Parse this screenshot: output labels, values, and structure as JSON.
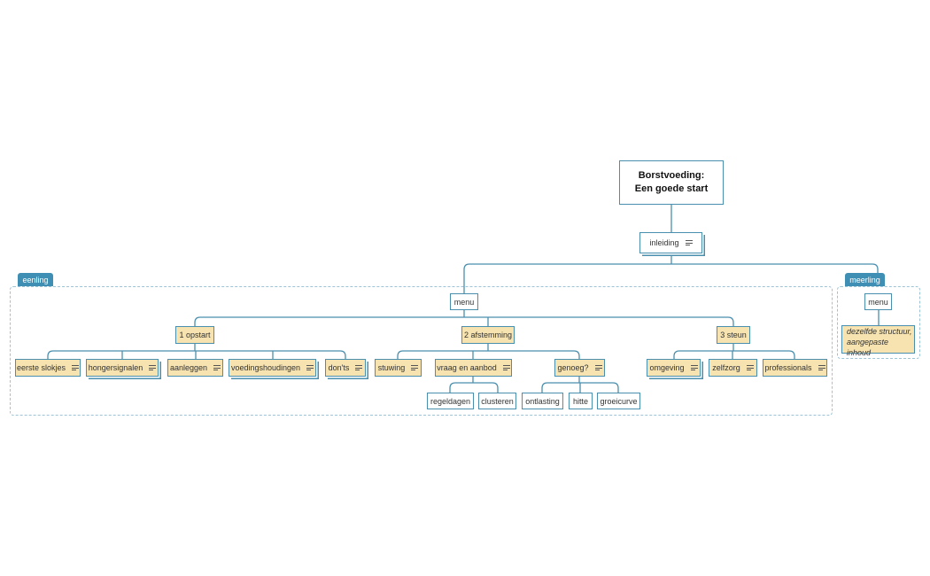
{
  "root": {
    "line1": "Borstvoeding:",
    "line2": "Een goede start"
  },
  "intro": "inleiding",
  "boundaries": {
    "single": "eenling",
    "multiple": "meerling"
  },
  "single": {
    "menu": "menu",
    "sections": [
      {
        "label": "1 opstart",
        "topics": [
          "eerste slokjes",
          "hongersignalen",
          "aanleggen",
          "voedingshoudingen",
          "don'ts"
        ]
      },
      {
        "label": "2 afstemming",
        "topics": [
          "stuwing",
          "vraag en aanbod",
          "genoeg?"
        ],
        "vraag_children": [
          "regeldagen",
          "clusteren"
        ],
        "genoeg_children": [
          "ontlasting",
          "hitte",
          "groeicurve"
        ]
      },
      {
        "label": "3 steun",
        "topics": [
          "omgeving",
          "zelfzorg",
          "professionals"
        ]
      }
    ]
  },
  "multiple": {
    "menu": "menu",
    "note_line1": "dezelfde structuur,",
    "note_line2": "aangepaste inhoud"
  },
  "colors": {
    "line": "#4a8fae",
    "topic_fill": "#f6e3b0",
    "tag_fill": "#3f8fb4",
    "region_border": "#9cc3d6"
  }
}
